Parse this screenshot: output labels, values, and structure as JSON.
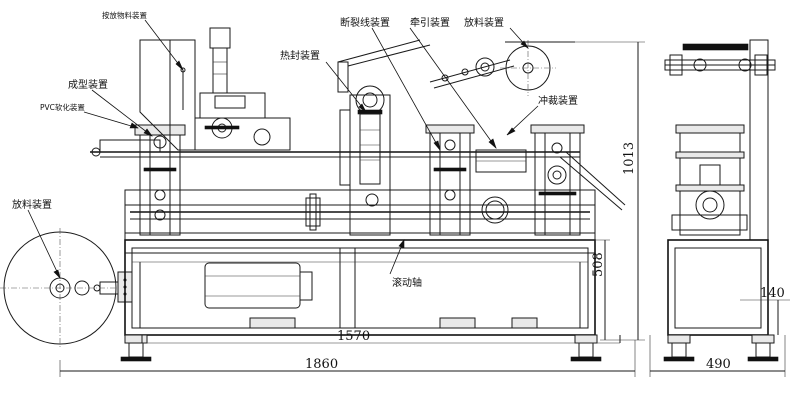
{
  "labels": {
    "tuck_device": "按放物料装置",
    "forming": "成型装置",
    "pvc_softening": "PVC软化装置",
    "heat_seal": "热封装置",
    "break_line": "断裂线装置",
    "traction": "牵引装置",
    "unwind_top": "放料装置",
    "punching": "冲裁装置",
    "unwind_left": "放料装置",
    "roller_shaft": "滚动轴"
  },
  "dimensions": {
    "total_length": "1860",
    "frame_length": "1570",
    "total_height": "1013",
    "frame_height": "508",
    "side_width": "490",
    "side_offset": "140"
  }
}
